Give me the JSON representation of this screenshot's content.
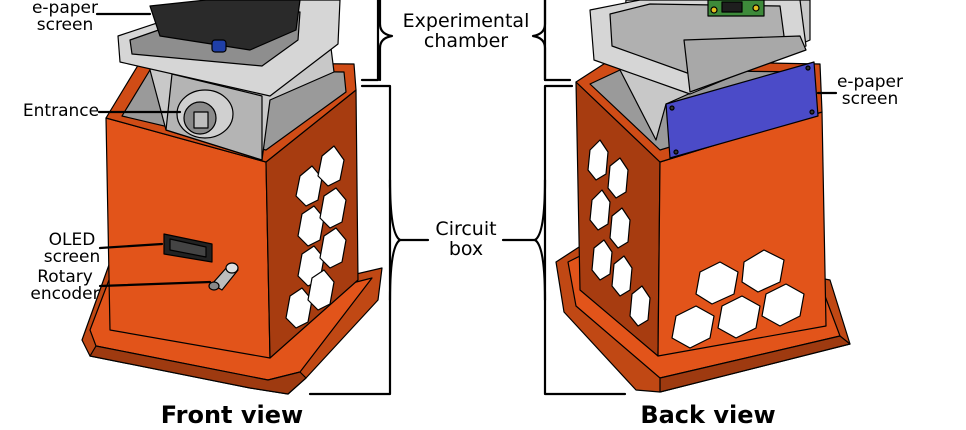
{
  "labels": {
    "front_epaper": "e-paper\nscreen",
    "entrance": "Entrance",
    "oled": "OLED\nscreen",
    "rotary": "Rotary\nencoder",
    "experimental": "Experimental\nchamber",
    "circuit": "Circuit\nbox",
    "back_epaper": "e-paper\nscreen"
  },
  "views": {
    "front_title": "Front view",
    "back_title": "Back view"
  },
  "colors": {
    "orange": "#E2541A",
    "orange_dark": "#9E3A10",
    "orange_mid": "#C04814",
    "grey": "#C8C8C8",
    "grey_dark": "#8E8E8E",
    "grey_light": "#E2E2E2",
    "blue_panel": "#4B4BC8",
    "line": "#000000"
  }
}
